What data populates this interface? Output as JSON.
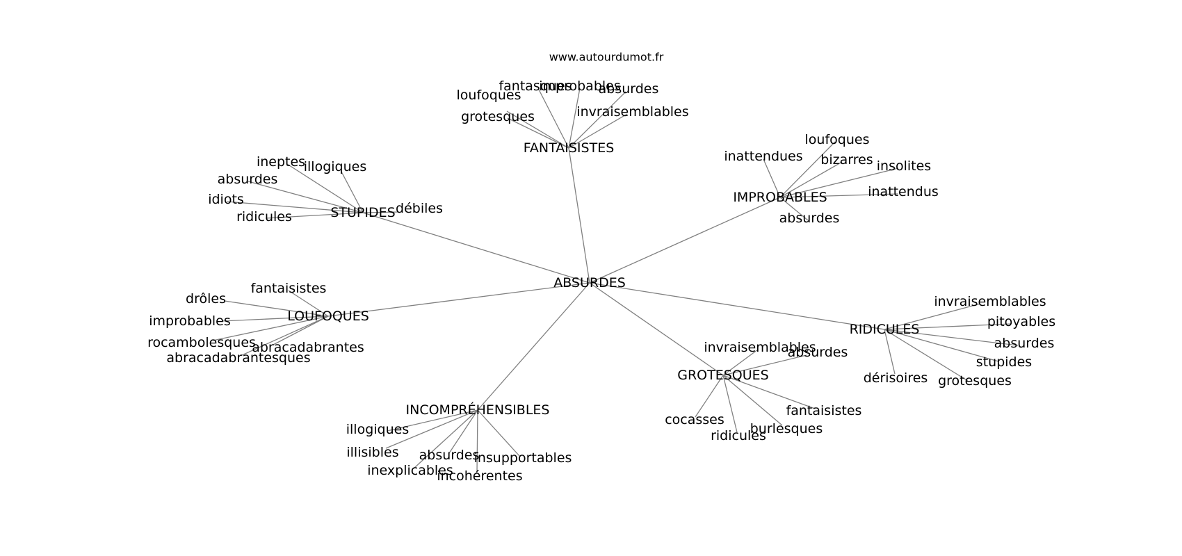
{
  "source": "www.autourdumot.fr",
  "colors": {
    "edge": "#808080",
    "text": "#000000",
    "background": "#ffffff"
  },
  "graph": {
    "center": "ABSURDES",
    "clusters": [
      {
        "id": "fantaisistes",
        "label": "FANTAISISTES",
        "words": [
          "loufoques",
          "fantasques",
          "improbables",
          "absurdes",
          "grotesques",
          "invraisemblables"
        ]
      },
      {
        "id": "improbables",
        "label": "IMPROBABLES",
        "words": [
          "inattendues",
          "loufoques",
          "bizarres",
          "insolites",
          "inattendus",
          "absurdes"
        ]
      },
      {
        "id": "stupides",
        "label": "STUPIDES",
        "words": [
          "ineptes",
          "illogiques",
          "absurdes",
          "idiots",
          "ridicules",
          "débiles"
        ]
      },
      {
        "id": "loufoques",
        "label": "LOUFOQUES",
        "words": [
          "fantaisistes",
          "drôles",
          "improbables",
          "rocambolesques",
          "abracadabrantes",
          "abracadabrantesques"
        ]
      },
      {
        "id": "ridicules",
        "label": "RIDICULES",
        "words": [
          "invraisemblables",
          "pitoyables",
          "absurdes",
          "stupides",
          "grotesques",
          "dérisoires"
        ]
      },
      {
        "id": "grotesques",
        "label": "GROTESQUES",
        "words": [
          "invraisemblables",
          "absurdes",
          "fantaisistes",
          "burlesques",
          "ridicules",
          "cocasses"
        ]
      },
      {
        "id": "incomprehensibles",
        "label": "INCOMPRÉHENSIBLES",
        "words": [
          "illogiques",
          "illisibles",
          "absurdes",
          "insupportables",
          "inexplicables",
          "incohérentes"
        ]
      }
    ]
  }
}
